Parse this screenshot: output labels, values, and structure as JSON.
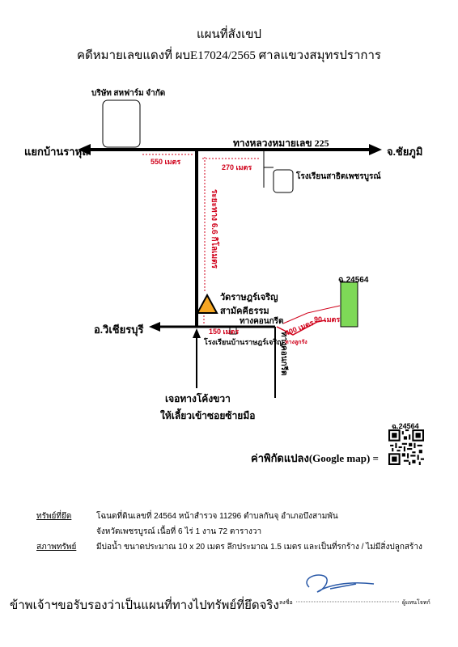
{
  "header": {
    "title": "แผนที่สังเขป",
    "subtitle": "คดีหมายเลขแดงที่ ผบE17024/2565  ศาลแขวงสมุทรปราการ"
  },
  "map": {
    "company_label": "บริษัท สหฟาร์ม จำกัด",
    "road_left_label": "แยกบ้านราหุล",
    "road_right_label": "จ.ชัยภูมิ",
    "highway_label": "ทางหลวงหมายเลข 225",
    "dist_550": "550 เมตร",
    "dist_270": "270 เมตร",
    "school_top_label": "โรงเรียนสาธิตเพชรบูรณ์",
    "dist_66": "ระยะทาง 6.6 กิโลเมตร",
    "temple_label_1": "วัดราษฎร์เจริญ",
    "temple_label_2": "สามัคคีธรรม",
    "dist_150": "150 เมตร",
    "concrete_road_label": "ทางคอนกรีต",
    "road_bottom_left_label": "อ.วิเชียรบุรี",
    "school_bottom_label": "โรงเรียนบ้านราษฎร์เจริญ",
    "concrete_road_vertical": "ทางคอนกรีต",
    "dirt_road_label": "ทางลูกรัง",
    "dist_400": "400 เมตร",
    "dist_90": "90 เมตร",
    "parcel_label": "ฉ.24564",
    "direction_1": "เจอทางโค้งขวา",
    "direction_2": "ให้เลี้ยวเข้าซอยซ้ายมือ"
  },
  "coords": {
    "label": "ค่าพิกัดแปลง(Google map)  =",
    "qr_label": "ฉ.24564"
  },
  "property": {
    "label": "ทรัพย์ที่ยึด",
    "line1": "โฉนดที่ดินเลขที่  24564  หน้าสำรวจ  11296  ตำบลกันจุ  อำเภอบึงสามพัน",
    "line2": "จังหวัดเพชรบูรณ์   เนื้อที่   6 ไร่   1 งาน  72 ตารางวา"
  },
  "condition": {
    "label": "สภาพทรัพย์",
    "text": "มีบ่อน้ำ  ขนาดประมาณ 10 x 20 เมตร  ลึกประมาณ  1.5  เมตร  และเป็นที่รกร้าง / ไม่มีสิ่งปลูกสร้าง"
  },
  "footer": {
    "certify": "ข้าพเจ้าฯขอรับรองว่าเป็นแผนที่ทางไปทรัพย์ที่ยึดจริง",
    "sign_label": "ลงชื่อ",
    "sign_role": "ผู้แทนโจทก์"
  },
  "colors": {
    "road": "#000000",
    "distance": "#d0021b",
    "parcel": "#7ed957",
    "temple": "#f5a623"
  }
}
